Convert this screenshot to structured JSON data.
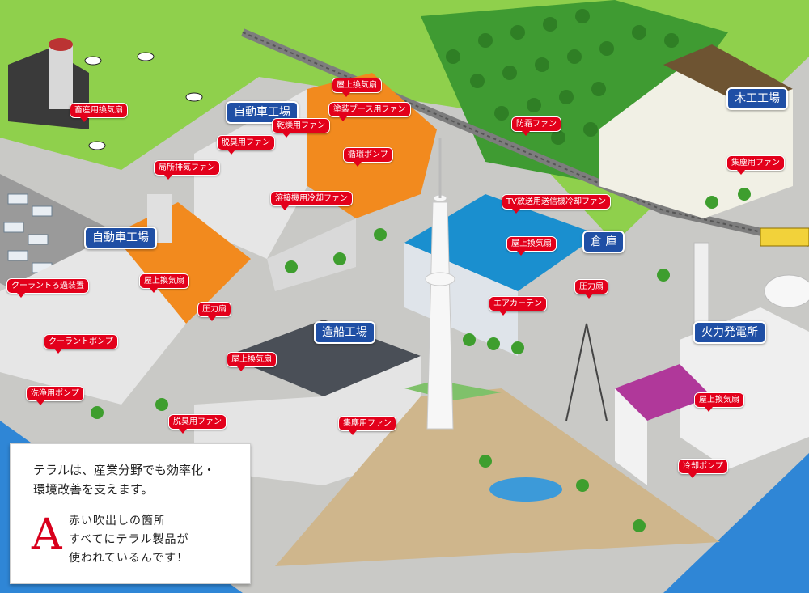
{
  "buildings": {
    "car_factory_top": "自動車工場",
    "car_factory_left": "自動車工場",
    "woodwork": "木工工場",
    "warehouse": "倉 庫",
    "shipyard": "造船工場",
    "power_plant": "火力発電所"
  },
  "callouts": {
    "livestock_fan": "畜産用換気扇",
    "roof_vent_top": "屋上換気扇",
    "drying_fan": "乾燥用ファン",
    "paint_booth_fan": "塗装ブース用ファン",
    "deodorize_fan_top": "脱臭用ファン",
    "circulation_pump": "循環ポンプ",
    "local_exhaust_fan": "局所排気ファン",
    "welder_cooling_fan": "溶接機用冷却ファン",
    "frost_fan": "防霜ファン",
    "dust_fan_wood": "集塵用ファン",
    "tv_cooling_fan": "TV放送用送信機冷却ファン",
    "roof_vent_warehouse": "屋上換気扇",
    "pressure_fan_warehouse": "圧力扇",
    "air_curtain": "エアカーテン",
    "coolant_filter": "クーラントろ過装置",
    "roof_vent_left": "屋上換気扇",
    "pressure_fan_left": "圧力扇",
    "coolant_pump": "クーラントポンプ",
    "wash_pump": "洗浄用ポンプ",
    "roof_vent_ship": "屋上換気扇",
    "deodorize_fan_ship": "脱臭用ファン",
    "dust_fan_ship": "集塵用ファン",
    "roof_vent_power": "屋上換気扇",
    "cooling_pump": "冷却ポンプ"
  },
  "info": {
    "headline_1": "テラルは、産業分野でも効率化・",
    "headline_2": "環境改善を支えます。",
    "answer_letter": "A",
    "body_1": "赤い吹出しの箇所",
    "body_2": "すべてにテラル製品が",
    "body_3": "使われているんです！"
  },
  "colors": {
    "sea": "#2f86d6",
    "grass": "#9fd35a",
    "callout_red": "#e3001b",
    "label_blue": "#1f4fa5",
    "orange_roof": "#f28a1e",
    "teal_roof": "#1a8fcf",
    "magenta_roof": "#b0389a"
  }
}
